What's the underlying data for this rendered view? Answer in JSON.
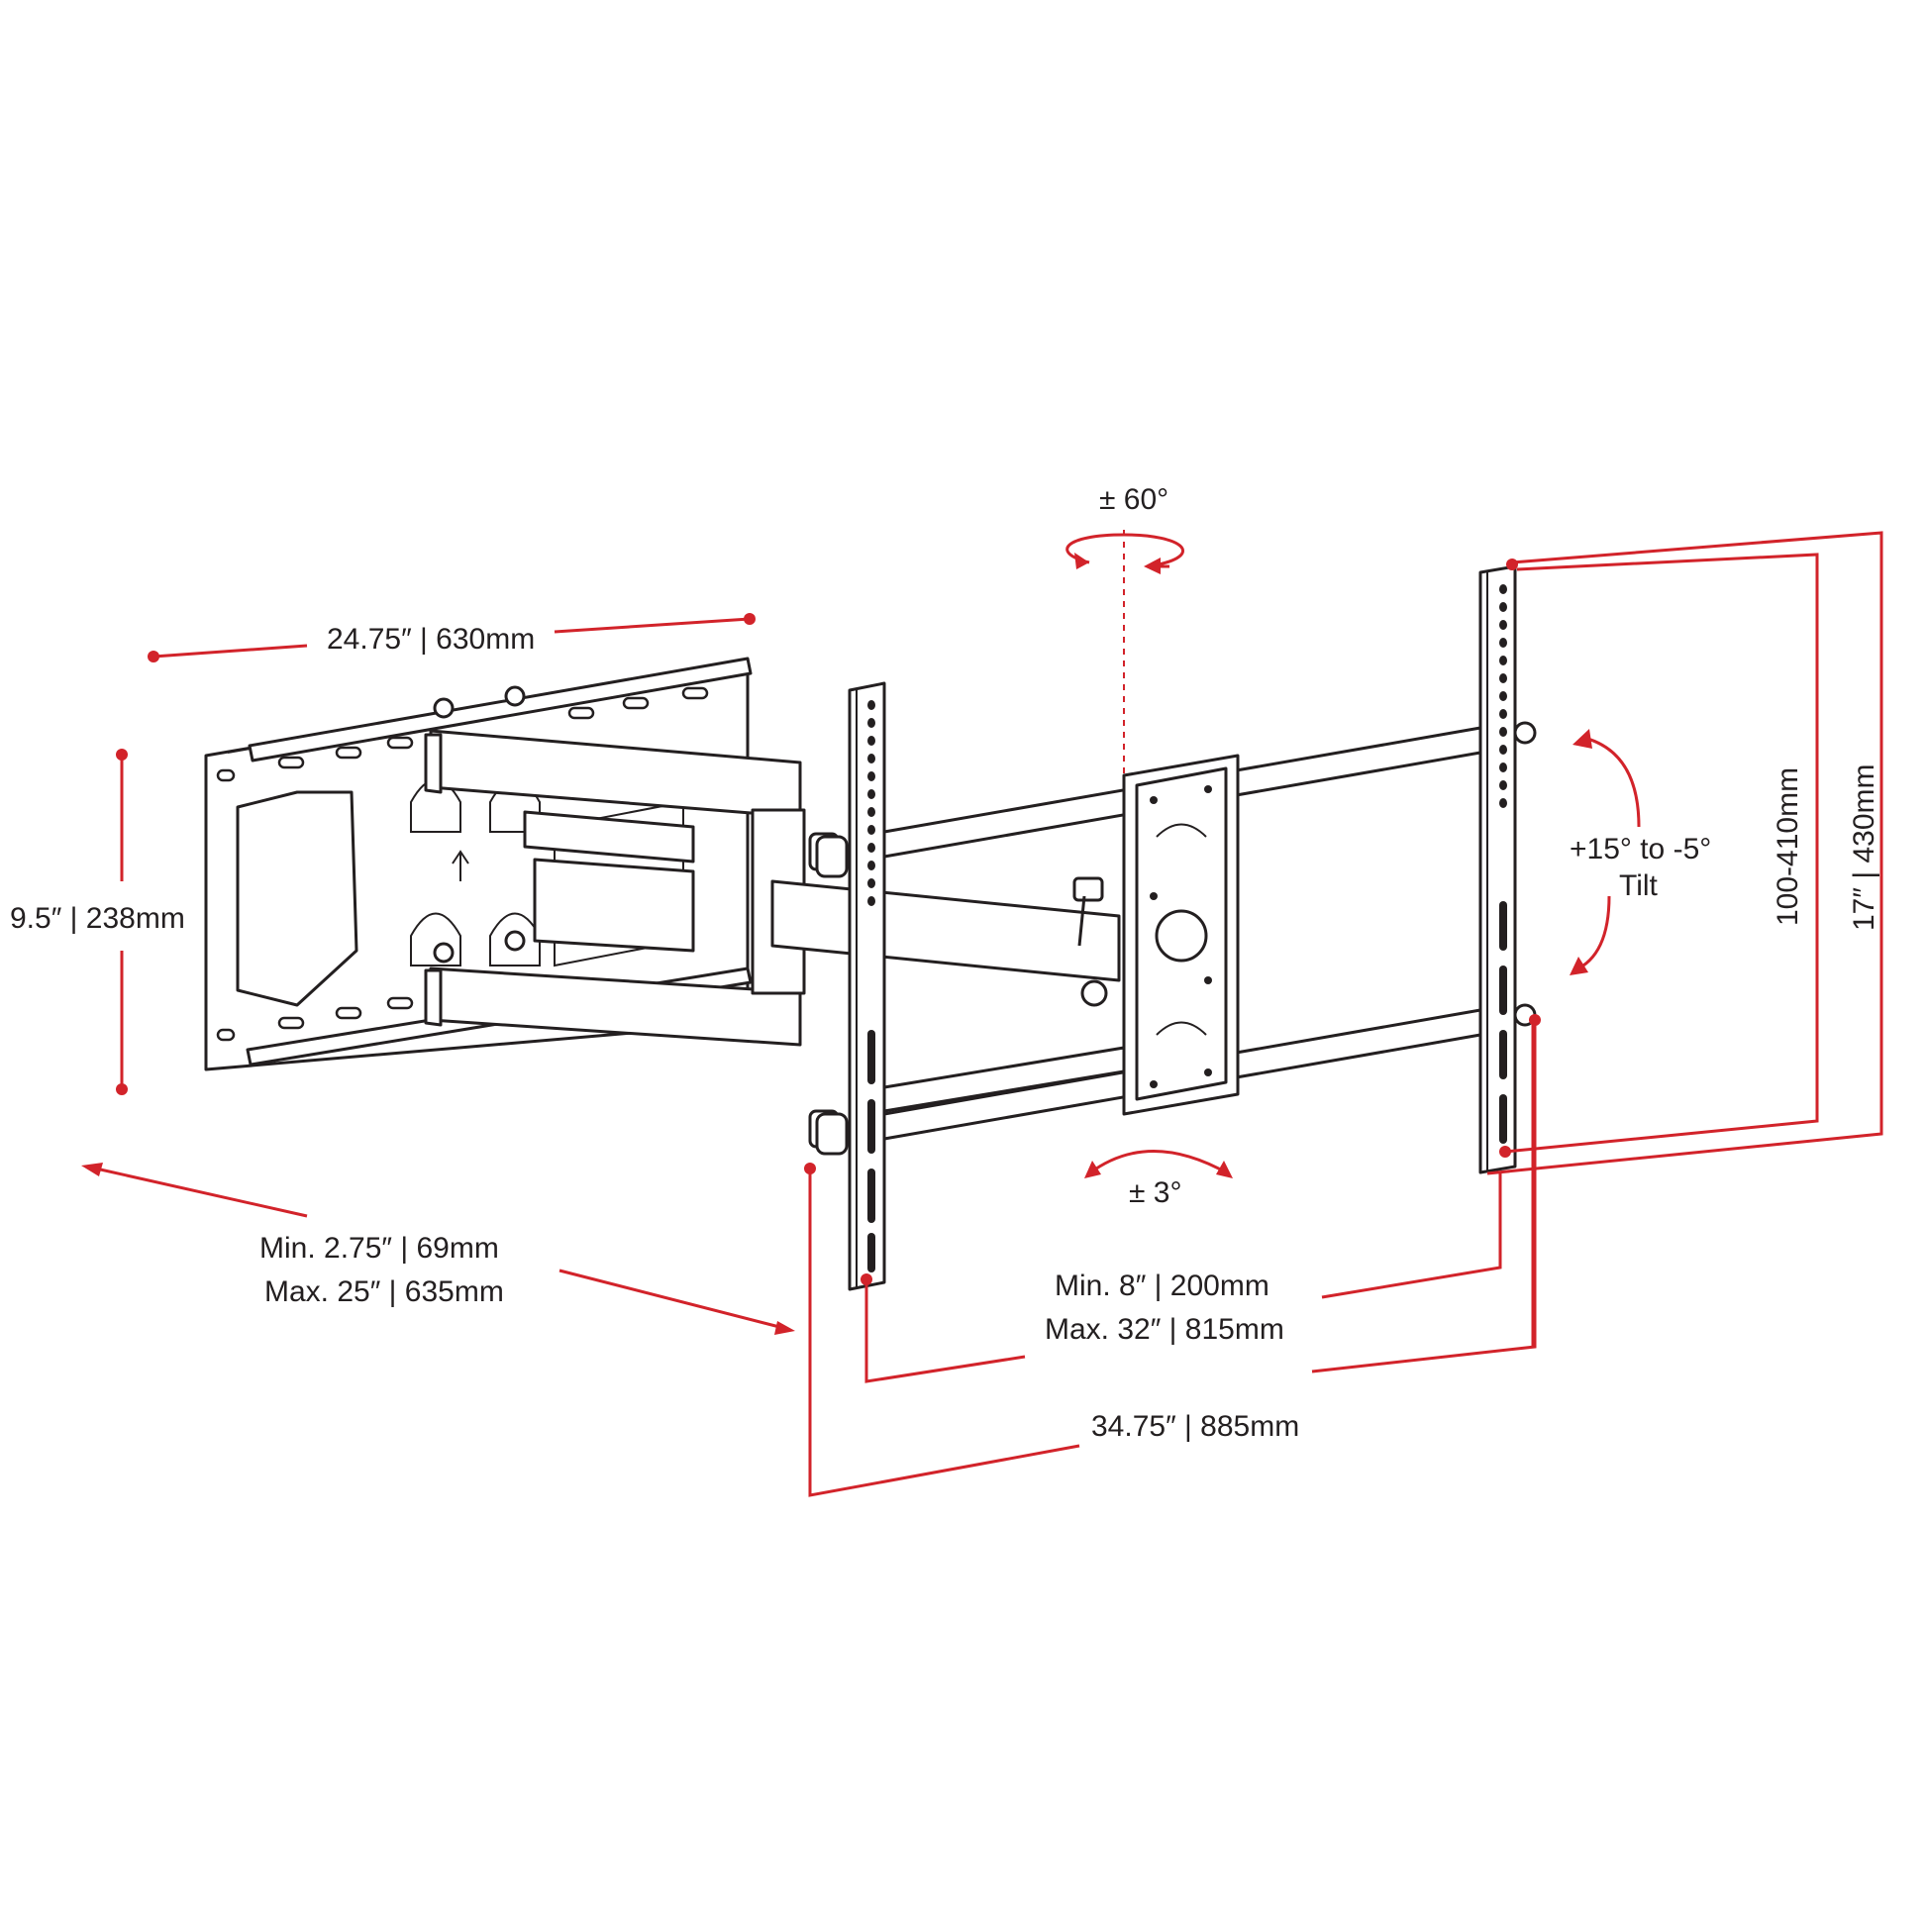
{
  "colors": {
    "dimension": "#d2232a",
    "line_art": "#231f20",
    "background": "#ffffff"
  },
  "labels": {
    "swivel": "± 60°",
    "wall_plate_width": "24.75″ | 630mm",
    "wall_plate_height": "9.5″ | 238mm",
    "extension_min": "Min.  2.75″ | 69mm",
    "extension_max": "Max.  25″ | 635mm",
    "rotation": "± 3°",
    "tilt_range": "+15° to -5°",
    "tilt_word": "Tilt",
    "vesa_vertical": "100-410mm",
    "overall_height": "17″ | 430mm",
    "vesa_min": "Min.  8″ | 200mm",
    "vesa_max": "Max.  32″ | 815mm",
    "overall_width": "34.75″ | 885mm"
  }
}
